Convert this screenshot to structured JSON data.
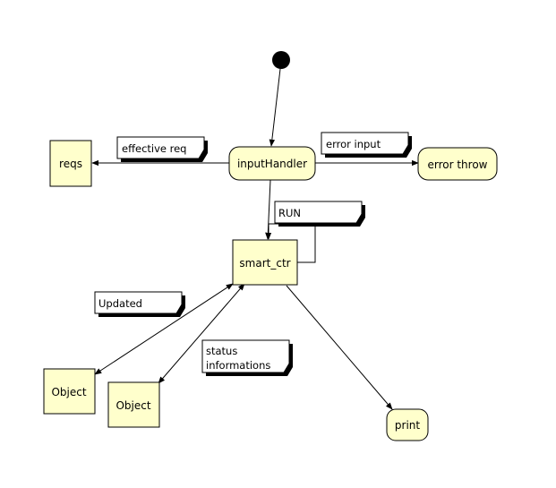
{
  "colors": {
    "node_fill": "#ffffcc",
    "node_stroke": "#000000",
    "note_fill": "#ffffff",
    "note_shadow": "#000000",
    "initial_state": "#000000"
  },
  "states": {
    "input_handler": "inputHandler",
    "error_throw": "error throw",
    "print": "print"
  },
  "objects": {
    "reqs": "reqs",
    "smart_ctr": "smart_ctr",
    "object_left": "Object",
    "object_right": "Object"
  },
  "notes": {
    "effective_req": "effective req",
    "error_input": "error input",
    "run": "RUN",
    "updated": "Updated",
    "status_line1": "status",
    "status_line2": "informations"
  }
}
